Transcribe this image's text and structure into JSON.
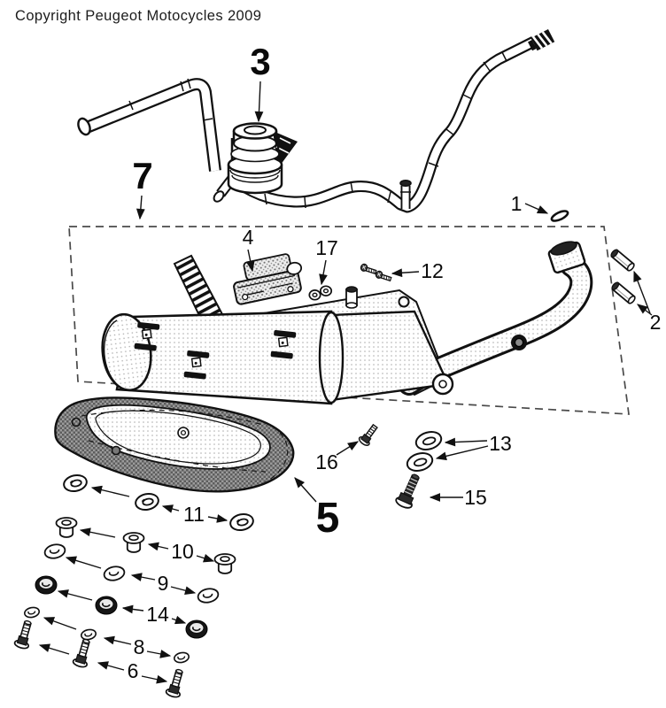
{
  "figure": {
    "copyright": "Copyright Peugeot Motocycles 2009",
    "type": "exploded-parts-diagram"
  },
  "colors": {
    "ink": "#111111",
    "background": "#ffffff",
    "shield_dark_gray": "#8c8c8c",
    "shield_light": "#f1f1f1",
    "stipple_gray": "#adadad"
  },
  "callouts": {
    "c1": "1",
    "c2": "2",
    "c3": "3",
    "c4": "4",
    "c5": "5",
    "c6": "6",
    "c7": "7",
    "c8": "8",
    "c9": "9",
    "c10": "10",
    "c11": "11",
    "c12": "12",
    "c13": "13",
    "c14": "14",
    "c15": "15",
    "c16": "16",
    "c17": "17"
  }
}
